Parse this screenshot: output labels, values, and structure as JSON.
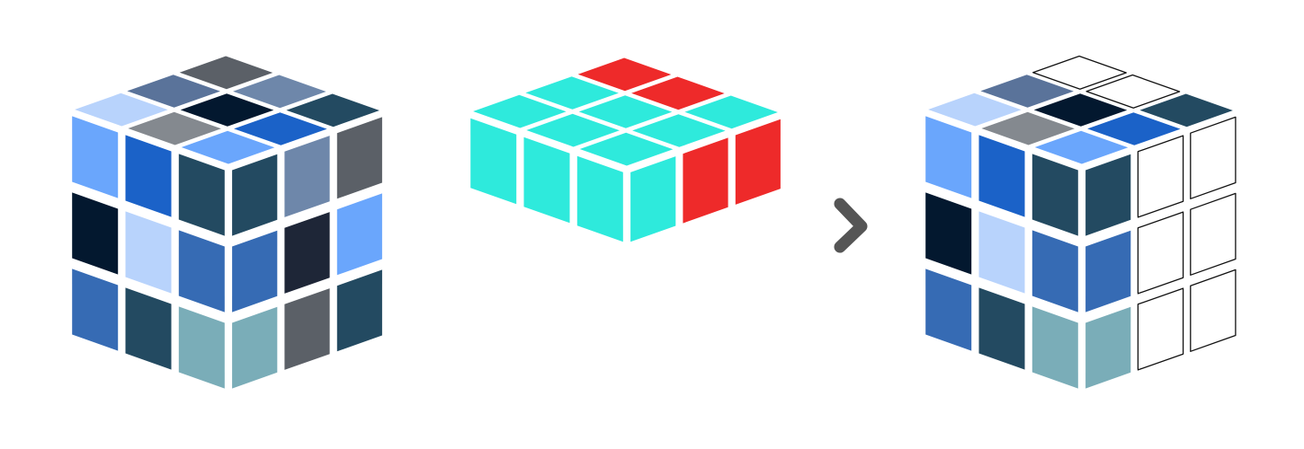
{
  "palette": {
    "A": "#6aa6fc",
    "B": "#1b62c8",
    "C": "#03182f",
    "D": "#b8d3fc",
    "E": "#234a61",
    "F": "#366bb4",
    "G": "#7aadb8",
    "H": "#5b6067",
    "I": "#6e87aa",
    "J": "#84898f",
    "K": "#5a739a",
    "L": "#1e2637",
    "M": "#2eeadc",
    "N": "#ee2a2a",
    "W": "#ffffff"
  },
  "left_cube": {
    "top": [
      "D",
      "K",
      "H",
      "J",
      "C",
      "I",
      "A",
      "B",
      "E"
    ],
    "left": [
      "A",
      "B",
      "E",
      "C",
      "D",
      "F",
      "F",
      "E",
      "G"
    ],
    "right": [
      "E",
      "I",
      "H",
      "F",
      "L",
      "A",
      "G",
      "H",
      "E"
    ]
  },
  "piece": {
    "top": [
      "M",
      "M",
      "N",
      "M",
      "M",
      "N",
      "M",
      "M",
      "M"
    ],
    "left": [
      "M",
      "M",
      "M"
    ],
    "right": [
      "M",
      "N",
      "N"
    ]
  },
  "right_cube": {
    "top": [
      "D",
      "K",
      "W",
      "J",
      "C",
      "W",
      "A",
      "B",
      "E"
    ],
    "left": [
      "A",
      "B",
      "E",
      "C",
      "D",
      "F",
      "F",
      "E",
      "G"
    ],
    "right": [
      "E",
      "W",
      "W",
      "F",
      "W",
      "W",
      "G",
      "W",
      "W"
    ]
  },
  "icons": {
    "arrow": "chevron-right-icon"
  }
}
